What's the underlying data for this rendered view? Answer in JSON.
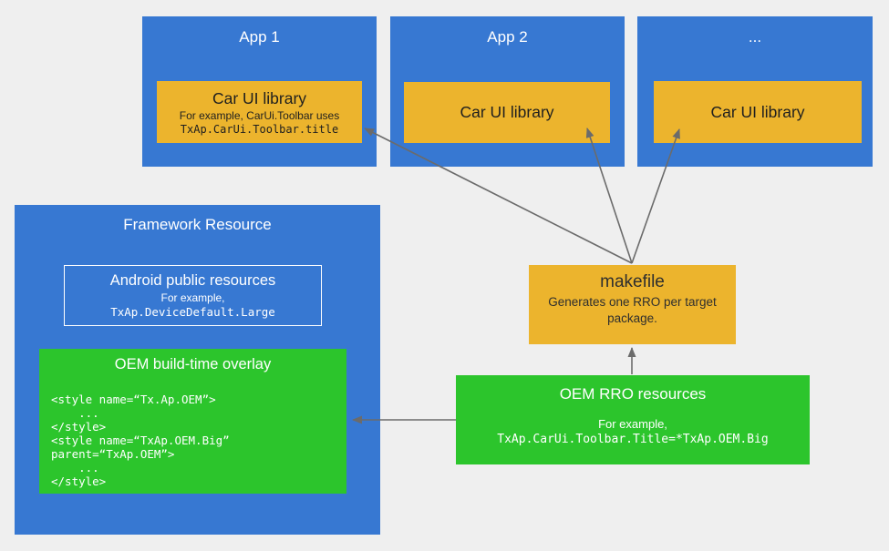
{
  "apps": [
    {
      "title": "App 1",
      "library": {
        "title": "Car UI library",
        "note_prefix": "For example, ",
        "note_code": "CarUi.Toolbar",
        "note_suffix": " uses",
        "example_code": "TxAp.CarUi.Toolbar.title"
      }
    },
    {
      "title": "App 2",
      "library": {
        "title": "Car UI library"
      }
    },
    {
      "title": "...",
      "library": {
        "title": "Car UI library"
      }
    }
  ],
  "framework": {
    "title": "Framework Resource",
    "android_public": {
      "title": "Android public resources",
      "example_label": "For example,",
      "example_code": "TxAp.DeviceDefault.Large"
    },
    "overlay": {
      "title": "OEM build-time overlay",
      "code": "<style name=“Tx.Ap.OEM”>\n    ...\n</style>\n<style name=“TxAp.OEM.Big”\nparent=“TxAp.OEM”>\n    ...\n</style>"
    }
  },
  "makefile": {
    "title": "makefile",
    "subtitle": "Generates one RRO per target package."
  },
  "oem_rro": {
    "title": "OEM RRO resources",
    "example_label": "For example,",
    "example_code": "TxAp.CarUi.Toolbar.Title=*TxAp.OEM.Big"
  },
  "colors": {
    "blue": "#3778d2",
    "yellow": "#ecb42d",
    "green": "#2cc52c",
    "background": "#efefef",
    "arrow": "#6b6b6b",
    "text_on_yellow": "#1f1f1f"
  }
}
